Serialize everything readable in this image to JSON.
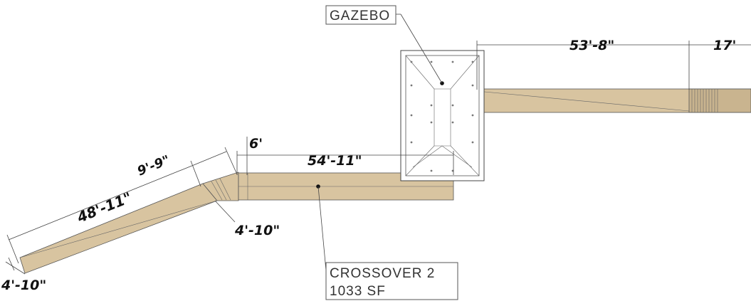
{
  "colors": {
    "deck_fill": "#d8c4a0",
    "line": "#444444",
    "background": "#ffffff"
  },
  "callouts": {
    "gazebo": "GAZEBO",
    "crossover_name": "CROSSOVER 2",
    "crossover_area": "1033 SF"
  },
  "dimensions": {
    "left_span": "48'-11\"",
    "angled_short": "9'-9\"",
    "six_ft": "6'",
    "mid_span": "54'-11\"",
    "right_span": "53'-8\"",
    "stair_span": "17'",
    "width_junction": "4'-10\"",
    "width_end": "4'-10\""
  }
}
